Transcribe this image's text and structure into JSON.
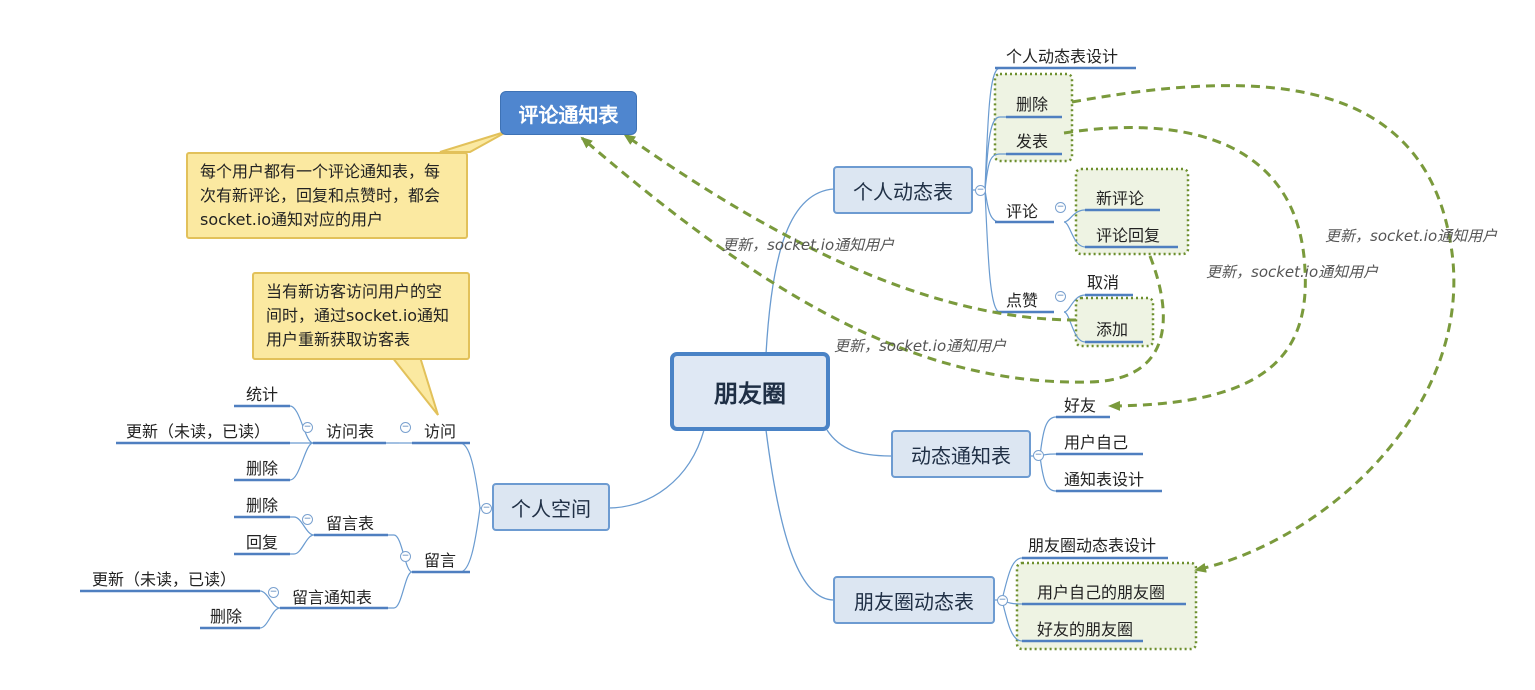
{
  "root": {
    "label": "朋友圈"
  },
  "float_topic": {
    "label": "评论通知表"
  },
  "callout_comment": {
    "text": "每个用户都有一个评论通知表，每\n次有新评论，回复和点赞时，都会\nsocket.io通知对应的用户"
  },
  "callout_visit": {
    "text": "当有新访客访问用户的空\n间时，通过socket.io通知\n用户重新获取访客表"
  },
  "personal_feed": {
    "label": "个人动态表",
    "design": "个人动态表设计",
    "delete": "删除",
    "publish": "发表",
    "comment": {
      "label": "评论",
      "new": "新评论",
      "reply": "评论回复"
    },
    "like": {
      "label": "点赞",
      "cancel": "取消",
      "add": "添加"
    }
  },
  "feed_notify": {
    "label": "动态通知表",
    "friends": "好友",
    "self": "用户自己",
    "design": "通知表设计"
  },
  "moments_feed": {
    "label": "朋友圈动态表",
    "design": "朋友圈动态表设计",
    "own": "用户自己的朋友圈",
    "friends": "好友的朋友圈"
  },
  "personal_space": {
    "label": "个人空间",
    "visit": {
      "label": "访问",
      "table": "访问表",
      "stats": "统计",
      "update": "更新（未读，已读）",
      "delete": "删除"
    },
    "message": {
      "label": "留言",
      "table": "留言表",
      "delete": "删除",
      "reply": "回复",
      "notify": {
        "label": "留言通知表",
        "update": "更新（未读，已读）",
        "delete": "删除"
      }
    }
  },
  "relation_notes": [
    "更新，socket.io通知用户",
    "更新，socket.io通知用户",
    "更新，socket.io通知用户",
    "更新，socket.io通知用户"
  ],
  "colors": {
    "branch": "#6a9bd0",
    "underline": "#4f7fc0",
    "relation": "#7a9a3c",
    "group_border": "#6d8f2e",
    "group_fill": "#eef3e3",
    "callout_fill": "#fbe9a1"
  }
}
